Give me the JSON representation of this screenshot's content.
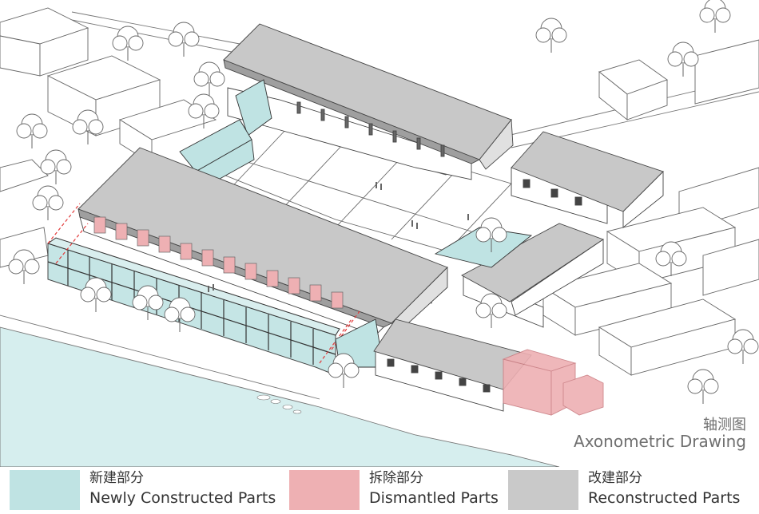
{
  "caption": {
    "cn": "轴测图",
    "en": "Axonometric Drawing"
  },
  "legend": [
    {
      "cn": "新建部分",
      "en": "Newly Constructed Parts",
      "color": "#bfe3e3"
    },
    {
      "cn": "拆除部分",
      "en": "Dismantled Parts",
      "color": "#eeb0b3"
    },
    {
      "cn": "改建部分",
      "en": "Reconstructed Parts",
      "color": "#c9c9c9"
    }
  ],
  "colors": {
    "roof": "#c8c8c8",
    "new": "#bfe3e3",
    "dismantled": "#eeb0b3",
    "river": "#d6eeee",
    "line": "#555555"
  }
}
